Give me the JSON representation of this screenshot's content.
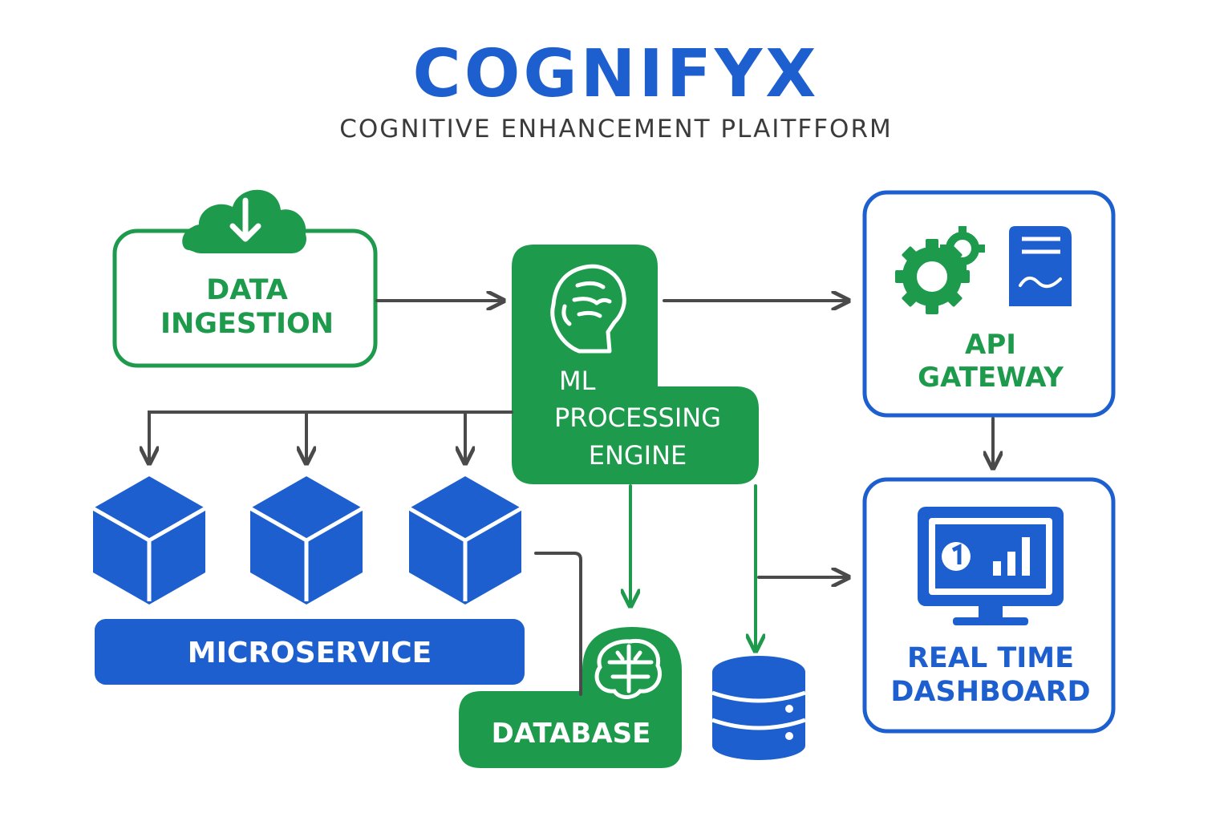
{
  "header": {
    "title": "COGNIFYX",
    "subtitle": "COGNITIVE ENHANCEMENT PLAITFFORM"
  },
  "nodes": {
    "data_ingestion": {
      "line1": "DATA",
      "line2": "INGESTION",
      "icon": "cloud-download-icon"
    },
    "ml_engine": {
      "line1": "ML",
      "line2": "PROCESSING",
      "line3": "ENGINE",
      "icon": "brain-head-icon"
    },
    "api_gateway": {
      "line1": "API",
      "line2": "GATEWAY",
      "icons": [
        "gear-icon",
        "document-chart-icon"
      ]
    },
    "microservice": {
      "label": "MICROSERVICE",
      "icons": [
        "cube-icon",
        "cube-icon",
        "cube-icon"
      ]
    },
    "database": {
      "label": "DATABASE",
      "icons": [
        "brain-icon",
        "database-stack-icon"
      ]
    },
    "realtime_dashboard": {
      "line1": "REAL TIME",
      "line2": "DASHBOARD",
      "icon": "monitor-dashboard-icon"
    }
  },
  "colors": {
    "blue": "#1d5fcf",
    "green": "#1d9a4c",
    "arrow_gray": "#4a4a4a",
    "subtitle_gray": "#3b3b3b"
  }
}
